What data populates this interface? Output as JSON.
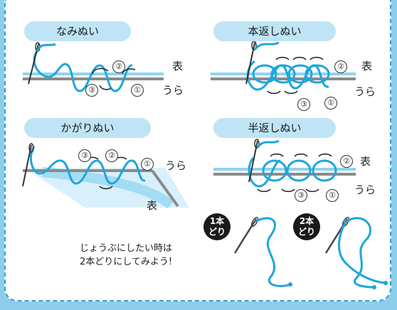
{
  "sections": {
    "running": {
      "title": "なみぬい",
      "front": "表",
      "back": "うら",
      "steps": [
        "①",
        "②",
        "③"
      ]
    },
    "backstitch": {
      "title": "本返しぬい",
      "front": "表",
      "back": "うら",
      "steps": [
        "①",
        "②",
        "③"
      ]
    },
    "whipstitch": {
      "title": "かがりぬい",
      "front": "表",
      "back": "うら",
      "steps": [
        "①",
        "②",
        "③"
      ]
    },
    "half_back": {
      "title": "半返しぬい",
      "front": "表",
      "back": "うら",
      "steps": [
        "①",
        "②",
        "③"
      ]
    }
  },
  "threads": {
    "single": "1本\nどり",
    "double": "2本\nどり",
    "note_line1": "じょうぶにしたい時は",
    "note_line2": "2本どりにしてみよう!"
  },
  "colors": {
    "thread": "#1ea6dc",
    "fabric": "#8a8a8a",
    "pill": "#bfe4f6",
    "border": "#2f9fd7"
  }
}
